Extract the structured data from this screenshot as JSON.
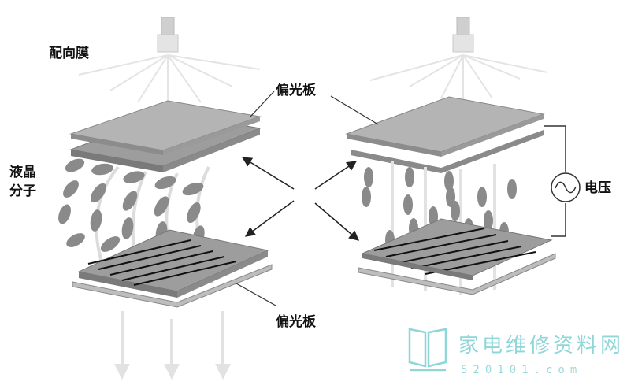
{
  "labels": {
    "alignment_film": "配向膜",
    "polarizer_top": "偏光板",
    "polarizer_bottom": "偏光板",
    "lc_line1": "液晶",
    "lc_line2": "分子",
    "voltage": "电压"
  },
  "watermark": {
    "site_name": "家电维修资料网",
    "url": "520101.com"
  },
  "colors": {
    "plate_top": "#a9a9a9",
    "plate_edge": "#6f6f6f",
    "molecule": "#8a8a8a",
    "light_ray": "#dcdcdc",
    "watermark": "#8fd6d8"
  },
  "icons": {
    "ac_source": "sine-wave-circle-icon"
  }
}
